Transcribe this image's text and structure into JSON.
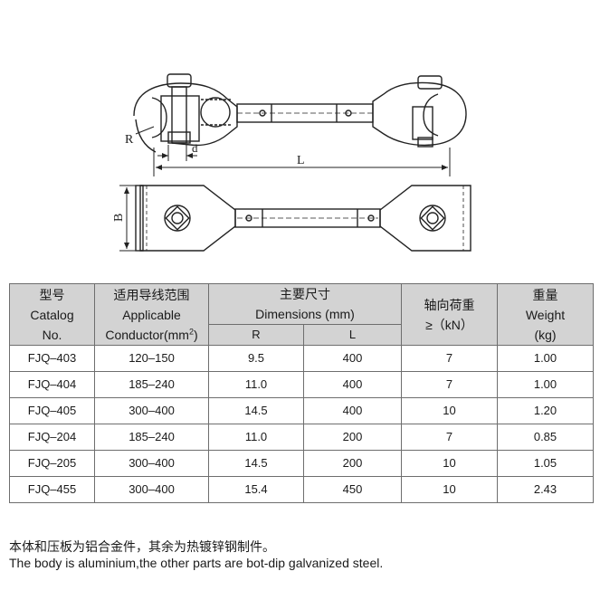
{
  "drawing": {
    "dim_R": "R",
    "dim_d": "d",
    "dim_L": "L",
    "dim_B": "B"
  },
  "table": {
    "header": {
      "catalog": {
        "cn": "型号",
        "en1": "Catalog",
        "en2": "No."
      },
      "conductor": {
        "cn": "适用导线范围",
        "en1": "Applicable",
        "en2": "Conductor(mm",
        "en2_sup": "2",
        "en2_end": ")"
      },
      "dimensions": {
        "cn": "主要尺寸",
        "en": "Dimensions (mm)",
        "sub_R": "R",
        "sub_L": "L"
      },
      "axial_load": {
        "cn": "轴向荷重",
        "en": "≥（kN）"
      },
      "weight": {
        "cn": "重量",
        "en1": "Weight",
        "en2": "(kg)"
      }
    },
    "rows": [
      {
        "catalog": "FJQ–403",
        "conductor": "120–150",
        "R": "9.5",
        "L": "400",
        "load": "7",
        "weight": "1.00"
      },
      {
        "catalog": "FJQ–404",
        "conductor": "185–240",
        "R": "11.0",
        "L": "400",
        "load": "7",
        "weight": "1.00"
      },
      {
        "catalog": "FJQ–405",
        "conductor": "300–400",
        "R": "14.5",
        "L": "400",
        "load": "10",
        "weight": "1.20"
      },
      {
        "catalog": "FJQ–204",
        "conductor": "185–240",
        "R": "11.0",
        "L": "200",
        "load": "7",
        "weight": "0.85"
      },
      {
        "catalog": "FJQ–205",
        "conductor": "300–400",
        "R": "14.5",
        "L": "200",
        "load": "10",
        "weight": "1.05"
      },
      {
        "catalog": "FJQ–455",
        "conductor": "300–400",
        "R": "15.4",
        "L": "450",
        "load": "10",
        "weight": "2.43"
      }
    ]
  },
  "notes": {
    "cn": "本体和压板为铝合金件，其余为热镀锌钢制件。",
    "en": "The body is aluminium,the other parts are bot-dip galvanized steel."
  }
}
